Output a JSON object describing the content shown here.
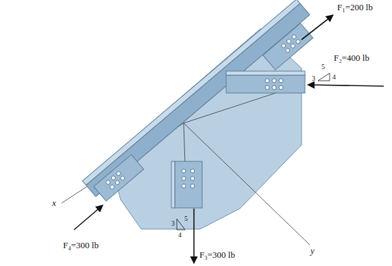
{
  "diagram": {
    "labels": [
      "F₁=200 lb",
      "F₂=400 lb",
      "5",
      "3",
      "4",
      "F₃=300 lb",
      "3",
      "4",
      "5",
      "F₄=300 lb",
      "x",
      "y"
    ]
  }
}
